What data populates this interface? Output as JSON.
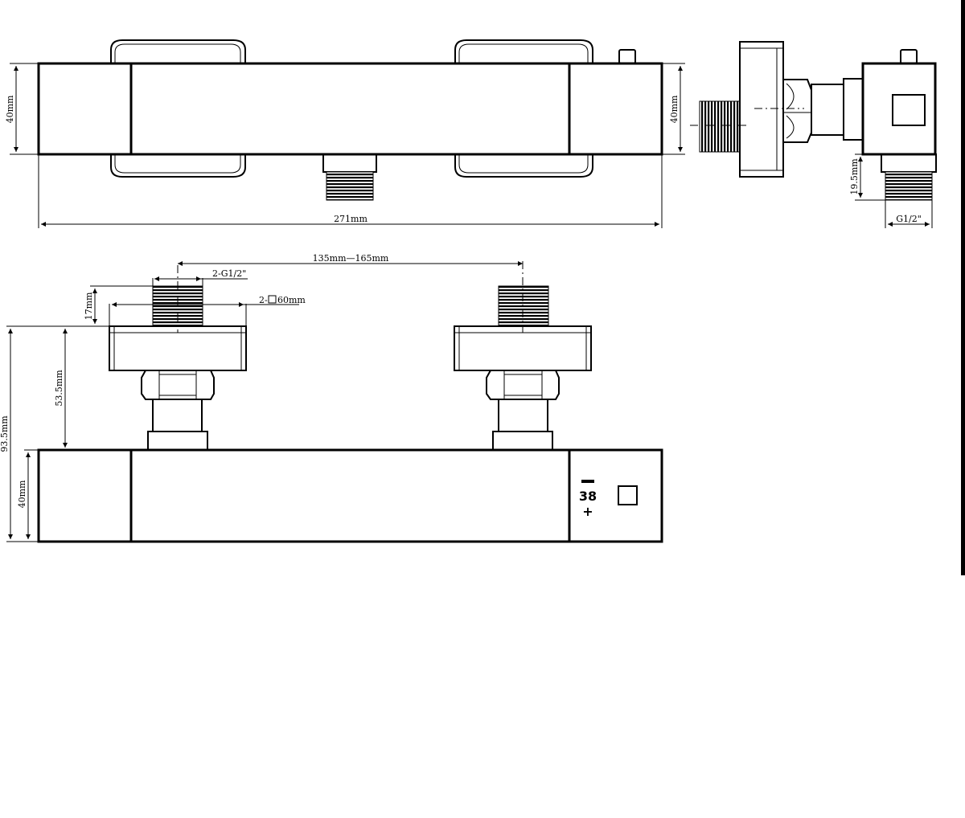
{
  "dimensions": {
    "top_height_left": "40mm",
    "top_height_right": "40mm",
    "total_length": "271mm",
    "side_outlet_height": "19.5mm",
    "side_outlet_thread": "G1/2\"",
    "inlet_spacing": "135mm—165mm",
    "inlet_threads": "2-G1/2\"",
    "flange_size_prefix": "2-",
    "flange_size_value": "60mm",
    "inlet_thread_length": "17mm",
    "eccentric_height": "53.5mm",
    "overall_height": "93.5mm",
    "body_height": "40mm"
  },
  "body_markings": {
    "minus": "–",
    "temp": "38",
    "plus": "+"
  }
}
